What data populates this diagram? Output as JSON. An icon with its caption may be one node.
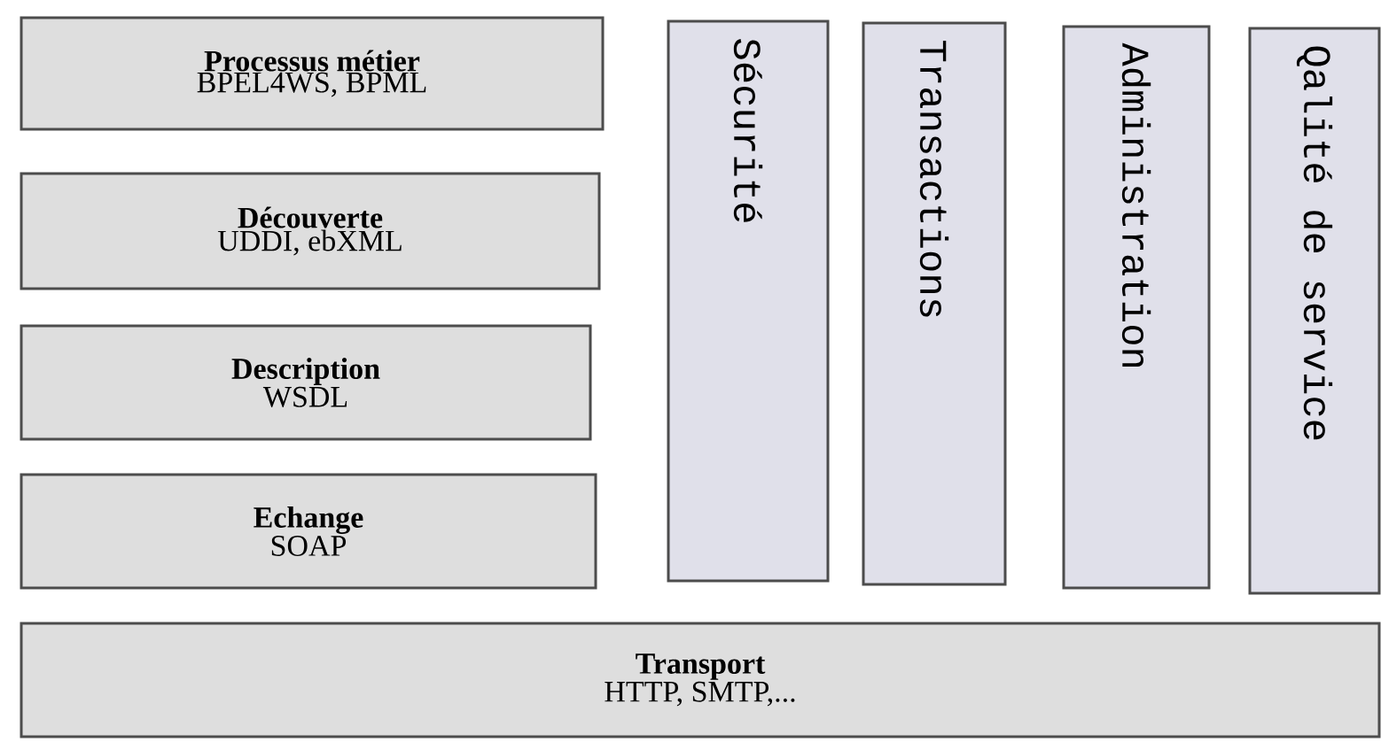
{
  "diagram": {
    "nodes": [
      {
        "text": [
          "Processus métier",
          "BPEL4WS, BPML"
        ]
      },
      {
        "text": [
          "Découverte",
          "UDDI, ebXML"
        ]
      },
      {
        "text": [
          "Description",
          "WSDL"
        ]
      },
      {
        "text": [
          "Echange",
          "SOAP"
        ]
      },
      {
        "text": [
          "Sécurité"
        ]
      },
      {
        "text": [
          "Transactions"
        ]
      },
      {
        "text": [
          "Administration"
        ]
      },
      {
        "text": [
          "Qalité de service"
        ]
      },
      {
        "text": [
          "Transport",
          "HTTP, SMTP,..."
        ]
      }
    ]
  }
}
